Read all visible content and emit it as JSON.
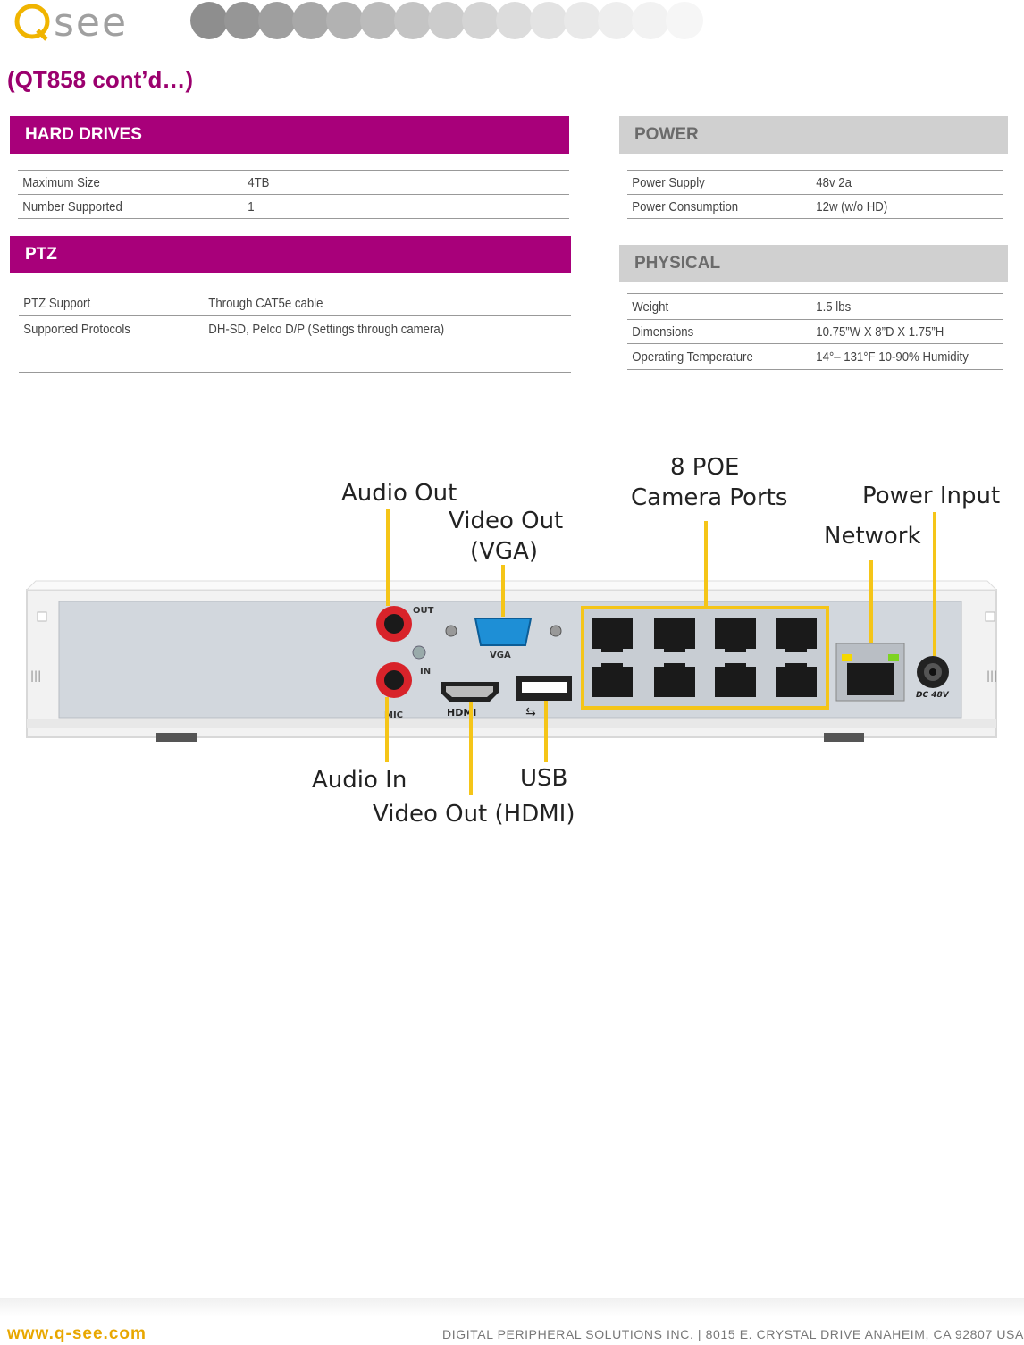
{
  "header": {
    "brand": "Q-See",
    "title": "(QT858 cont’d…)"
  },
  "hard_drives": {
    "title": "HARD DRIVES",
    "rows": [
      {
        "label": "Maximum Size",
        "value": "4TB"
      },
      {
        "label": "Number Supported",
        "value": "1"
      }
    ]
  },
  "ptz": {
    "title": "PTZ",
    "rows": [
      {
        "label": "PTZ Support",
        "value": "Through CAT5e cable"
      },
      {
        "label": "Supported Protocols",
        "value": "DH-SD, Pelco D/P (Settings through camera)"
      }
    ]
  },
  "power": {
    "title": "POWER",
    "rows": [
      {
        "label": "Power Supply",
        "value": "48v 2a"
      },
      {
        "label": "Power Consumption",
        "value": "12w (w/o HD)"
      }
    ]
  },
  "physical": {
    "title": "PHYSICAL",
    "rows": [
      {
        "label": "Weight",
        "value": "1.5 lbs"
      },
      {
        "label": "Dimensions",
        "value": "10.75”W X 8”D X 1.75”H"
      },
      {
        "label": "Operating Temperature",
        "value": "14°– 131°F  10-90% Humidity"
      }
    ]
  },
  "diagram": {
    "labels": {
      "audio_out": "Audio Out",
      "video_out_vga_1": "Video Out",
      "video_out_vga_2": "(VGA)",
      "poe_1": "8 POE",
      "poe_2": "Camera Ports",
      "power_input": "Power Input",
      "network": "Network",
      "audio_in": "Audio In",
      "usb": "USB",
      "video_out_hdmi": "Video Out (HDMI)"
    },
    "panel_text": {
      "out": "OUT",
      "in": "IN",
      "mic": "MIC",
      "vga": "VGA",
      "hdmi": "HDMI",
      "dc": "DC 48V"
    },
    "colors": {
      "callout": "#f5c518",
      "port_red": "#d8232a",
      "vga_blue": "#1e8fd6",
      "panel": "#d3d8de",
      "chassis": "#f4f4f4"
    }
  },
  "footer": {
    "url": "www.q-see.com",
    "company": "DIGITAL PERIPHERAL SOLUTIONS INC.   |   8015 E. CRYSTAL DRIVE ANAHEIM, CA 92807 USA"
  }
}
